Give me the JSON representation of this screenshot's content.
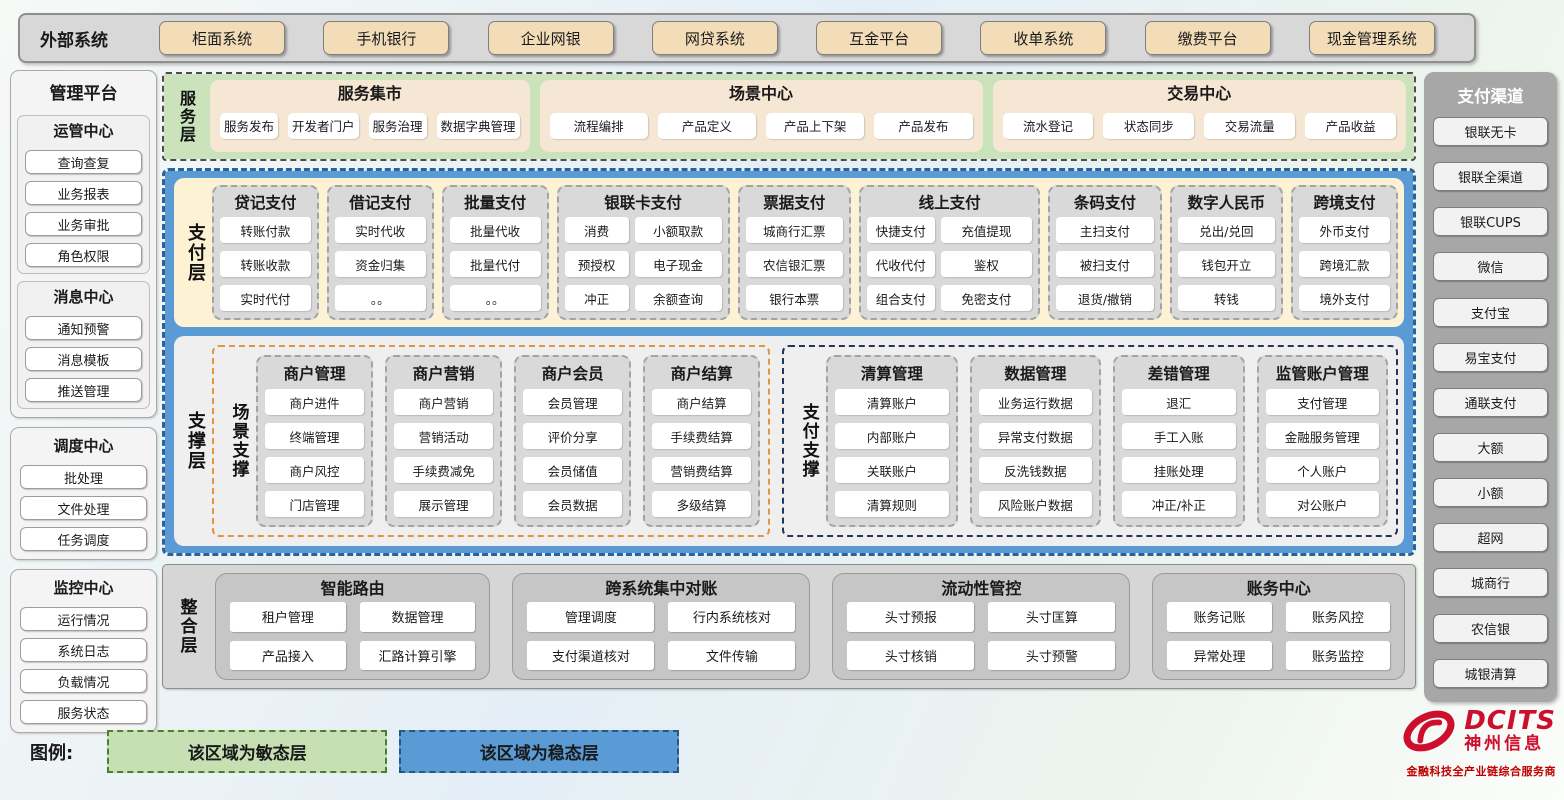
{
  "external_systems": {
    "label": "外部系统",
    "items": [
      "柜面系统",
      "手机银行",
      "企业网银",
      "网贷系统",
      "互金平台",
      "收单系统",
      "缴费平台",
      "现金管理系统"
    ]
  },
  "management_platform": {
    "boxes": [
      {
        "title": "管理平台",
        "groups": [
          {
            "title": "运管中心",
            "items": [
              "查询查复",
              "业务报表",
              "业务审批",
              "角色权限"
            ]
          },
          {
            "title": "消息中心",
            "items": [
              "通知预警",
              "消息模板",
              "推送管理"
            ]
          }
        ]
      },
      {
        "title": "调度中心",
        "items": [
          "批处理",
          "文件处理",
          "任务调度"
        ]
      },
      {
        "title": "监控中心",
        "items": [
          "运行情况",
          "系统日志",
          "负载情况",
          "服务状态"
        ]
      }
    ]
  },
  "service_layer": {
    "label": "服务层",
    "panels": [
      {
        "title": "服务集市",
        "flex": 285,
        "items": [
          "服务发布",
          "开发者门户",
          "服务治理",
          "数据字典管理"
        ]
      },
      {
        "title": "场景中心",
        "flex": 473,
        "items": [
          "流程编排",
          "产品定义",
          "产品上下架",
          "产品发布"
        ]
      },
      {
        "title": "交易中心",
        "flex": 440,
        "items": [
          "流水登记",
          "状态同步",
          "交易流量",
          "产品收益"
        ]
      }
    ]
  },
  "payment_layer": {
    "label": "支付层",
    "columns": [
      {
        "title": "贷记支付",
        "cols": 1,
        "flex": 110,
        "items": [
          "转账付款",
          "转账收款",
          "实时代付"
        ]
      },
      {
        "title": "借记支付",
        "cols": 1,
        "flex": 110,
        "items": [
          "实时代收",
          "资金归集",
          "。。"
        ]
      },
      {
        "title": "批量支付",
        "cols": 1,
        "flex": 110,
        "items": [
          "批量代收",
          "批量代付",
          "。。"
        ]
      },
      {
        "title": "银联卡支付",
        "cols": 2,
        "flex": 190,
        "items": [
          "消费",
          "小额取款",
          "预授权",
          "电子现金",
          "冲正",
          "余额查询"
        ]
      },
      {
        "title": "票据支付",
        "cols": 1,
        "flex": 118,
        "items": [
          "城商行汇票",
          "农信银汇票",
          "银行本票"
        ]
      },
      {
        "title": "线上支付",
        "cols": 2,
        "flex": 200,
        "items": [
          "快捷支付",
          "充值提现",
          "代收代付",
          "鉴权",
          "组合支付",
          "免密支付"
        ]
      },
      {
        "title": "条码支付",
        "cols": 1,
        "flex": 118,
        "items": [
          "主扫支付",
          "被扫支付",
          "退货/撤销"
        ]
      },
      {
        "title": "数字人民币",
        "cols": 1,
        "flex": 118,
        "items": [
          "兑出/兑回",
          "钱包开立",
          "转钱"
        ]
      },
      {
        "title": "跨境支付",
        "cols": 1,
        "flex": 110,
        "items": [
          "外币支付",
          "跨境汇款",
          "境外支付"
        ]
      }
    ]
  },
  "support_layer": {
    "label": "支撑层",
    "sections": [
      {
        "label": "场景支撑",
        "accent": "orange",
        "flex": 560,
        "columns": [
          {
            "title": "商户管理",
            "items": [
              "商户进件",
              "终端管理",
              "商户风控",
              "门店管理"
            ]
          },
          {
            "title": "商户营销",
            "items": [
              "商户营销",
              "营销活动",
              "手续费减免",
              "展示管理"
            ]
          },
          {
            "title": "商户会员",
            "items": [
              "会员管理",
              "评价分享",
              "会员储值",
              "会员数据"
            ]
          },
          {
            "title": "商户结算",
            "items": [
              "商户结算",
              "手续费结算",
              "营销费结算",
              "多级结算"
            ]
          }
        ]
      },
      {
        "label": "支付支撑",
        "accent": "navy",
        "flex": 620,
        "columns": [
          {
            "title": "清算管理",
            "items": [
              "清算账户",
              "内部账户",
              "关联账户",
              "清算规则"
            ]
          },
          {
            "title": "数据管理",
            "items": [
              "业务运行数据",
              "异常支付数据",
              "反洗钱数据",
              "风险账户数据"
            ]
          },
          {
            "title": "差错管理",
            "items": [
              "退汇",
              "手工入账",
              "挂账处理",
              "冲正/补正"
            ]
          },
          {
            "title": "监管账户管理",
            "items": [
              "支付管理",
              "金融服务管理",
              "个人账户",
              "对公账户"
            ]
          }
        ]
      }
    ]
  },
  "integration_layer": {
    "label": "整合层",
    "panels": [
      {
        "title": "智能路由",
        "flex": 270,
        "items": [
          "租户管理",
          "数据管理",
          "产品接入",
          "汇路计算引擎"
        ]
      },
      {
        "title": "跨系统集中对账",
        "flex": 295,
        "items": [
          "管理调度",
          "行内系统核对",
          "支付渠道核对",
          "文件传输"
        ]
      },
      {
        "title": "流动性管控",
        "flex": 295,
        "items": [
          "头寸预报",
          "头寸匡算",
          "头寸核销",
          "头寸预警"
        ]
      },
      {
        "title": "账务中心",
        "flex": 245,
        "items": [
          "账务记账",
          "账务风控",
          "异常处理",
          "账务监控"
        ]
      }
    ]
  },
  "payment_channels": {
    "title": "支付渠道",
    "items": [
      "银联无卡",
      "银联全渠道",
      "银联CUPS",
      "微信",
      "支付宝",
      "易宝支付",
      "通联支付",
      "大额",
      "小额",
      "超网",
      "城商行",
      "农信银",
      "城银清算"
    ]
  },
  "legend": {
    "label": "图例:",
    "items": [
      {
        "text": "该区域为敏态层",
        "type": "agile",
        "color": "#c6e0b4"
      },
      {
        "text": "该区域为稳态层",
        "type": "stable",
        "color": "#5b9bd5"
      }
    ]
  },
  "logo": {
    "brand": "DCITS",
    "name": "神州信息",
    "tagline": "金融科技全产业链综合服务商",
    "color": "#ce0e2d"
  },
  "colors": {
    "agile_green": "#c6e0b4",
    "stable_blue": "#5b9bd5",
    "external_tan": "#f3ddb8",
    "payment_cream": "#fdf3d4",
    "scene_accent": "#e1953f",
    "pay_accent": "#25355a"
  }
}
